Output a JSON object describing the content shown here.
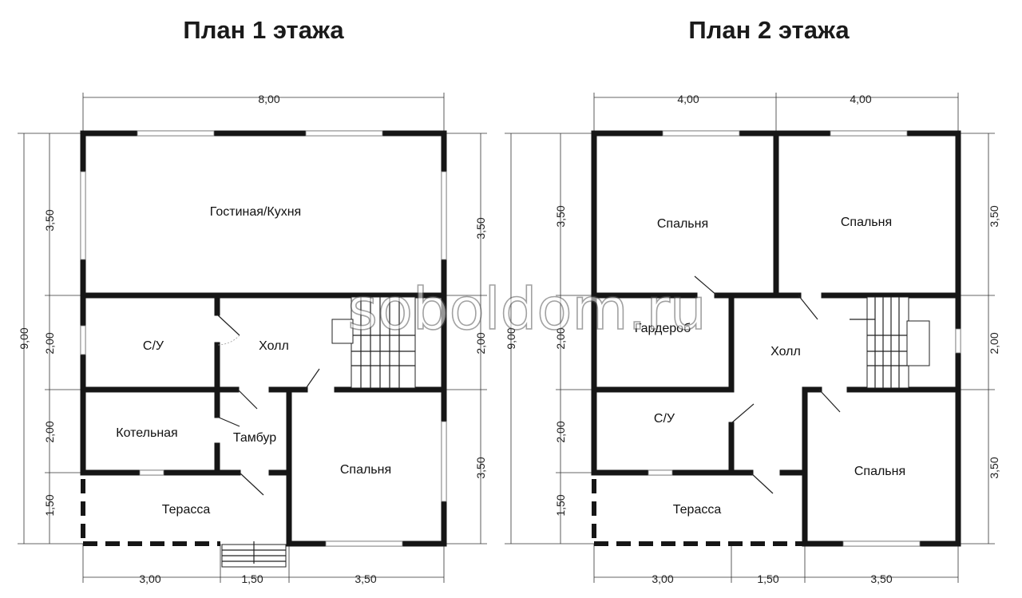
{
  "plans": [
    {
      "title": "План 1 этажа",
      "rooms": {
        "living": "Гостиная/Кухня",
        "wc": "С/У",
        "hall": "Холл",
        "boiler": "Котельная",
        "vestibule": "Тамбур",
        "bedroom": "Спальня",
        "terrace": "Терасса"
      },
      "dims": {
        "top_total": "8,00",
        "left_total": "9,00",
        "left_1": "3,50",
        "left_2": "2,00",
        "left_3": "2,00",
        "left_4": "1,50",
        "right_1": "3,50",
        "right_2": "2,00",
        "right_3": "3,50",
        "bottom_1": "3,00",
        "bottom_2": "1,50",
        "bottom_3": "3,50"
      }
    },
    {
      "title": "План 2 этажа",
      "rooms": {
        "bedroom_tl": "Спальня",
        "bedroom_tr": "Спальня",
        "wardrobe": "Гардероб",
        "hall": "Холл",
        "wc": "С/У",
        "bedroom_br": "Спальня",
        "terrace": "Терасса"
      },
      "dims": {
        "top_1": "4,00",
        "top_2": "4,00",
        "left_total": "9,00",
        "left_1": "3,50",
        "left_2": "2,00",
        "left_3": "2,00",
        "left_4": "1,50",
        "right_1": "3,50",
        "right_2": "2,00",
        "right_3": "3,50",
        "bottom_1": "3,00",
        "bottom_2": "1,50",
        "bottom_3": "3,50"
      }
    }
  ],
  "watermark": "soboldom.ru",
  "colors": {
    "wall": "#161616",
    "background": "#ffffff"
  }
}
